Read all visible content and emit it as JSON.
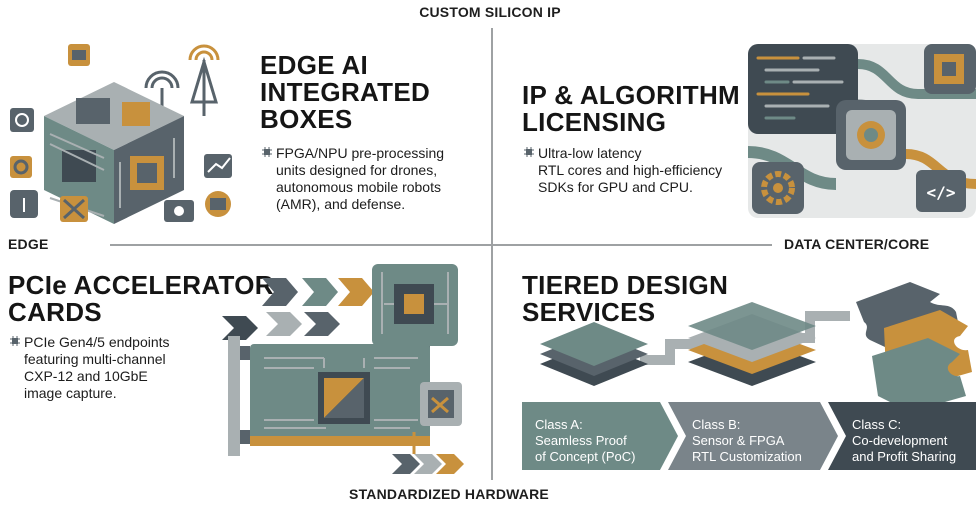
{
  "axes": {
    "top": "CUSTOM SILICON IP",
    "bottom": "STANDARDIZED HARDWARE",
    "left": "EDGE",
    "right": "DATA CENTER/CORE"
  },
  "quadrants": {
    "top_left": {
      "title_lines": [
        "EDGE AI",
        "INTEGRATED",
        "BOXES"
      ],
      "desc_lines": [
        "FPGA/NPU pre-processing",
        "units designed for drones,",
        "autonomous mobile robots",
        "(AMR), and defense."
      ]
    },
    "top_right": {
      "title_lines": [
        "IP & ALGORITHM",
        "LICENSING"
      ],
      "desc_lines": [
        "Ultra-low latency",
        "RTL cores and high-efficiency",
        "SDKs for GPU and CPU."
      ]
    },
    "bottom_left": {
      "title_lines": [
        "PCIe ACCELERATOR",
        "CARDS"
      ],
      "desc_lines": [
        "PCIe Gen4/5 endpoints",
        "featuring multi-channel",
        "CXP-12 and 10GbE",
        "image capture."
      ]
    },
    "bottom_right": {
      "title_lines": [
        "TIERED DESIGN",
        "SERVICES"
      ],
      "classes": [
        {
          "lines": [
            "Class A:",
            "Seamless Proof",
            "of Concept (PoC)"
          ]
        },
        {
          "lines": [
            "Class B:",
            "Sensor & FPGA",
            "RTL Customization"
          ]
        },
        {
          "lines": [
            "Class C:",
            "Co-development",
            "and Profit Sharing"
          ]
        }
      ]
    }
  },
  "colors": {
    "slate": "#58636b",
    "teal": "#6e8a86",
    "amber": "#c8913d",
    "light_gray": "#a9b0b2"
  }
}
